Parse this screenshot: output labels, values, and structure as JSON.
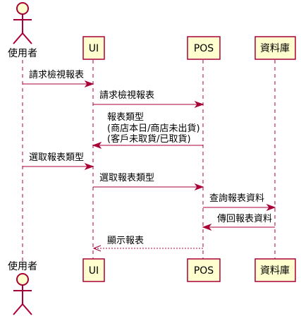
{
  "participants": {
    "user": "使用者",
    "ui": "UI",
    "pos": "POS",
    "db": "資料庫"
  },
  "messages": [
    {
      "label": [
        "請求檢視報表"
      ]
    },
    {
      "label": [
        "請求檢視報表"
      ]
    },
    {
      "label": [
        "報表類型",
        "(商店本日/商店未出貨)",
        "(客戶未取貨/已取貨)"
      ]
    },
    {
      "label": [
        "選取報表類型"
      ]
    },
    {
      "label": [
        "選取報表類型"
      ]
    },
    {
      "label": [
        "查詢報表資料"
      ]
    },
    {
      "label": [
        "傳回報表資料"
      ]
    },
    {
      "label": [
        "顯示報表"
      ]
    }
  ],
  "colors": {
    "line": "#A80036",
    "fill": "#FEFECE"
  }
}
